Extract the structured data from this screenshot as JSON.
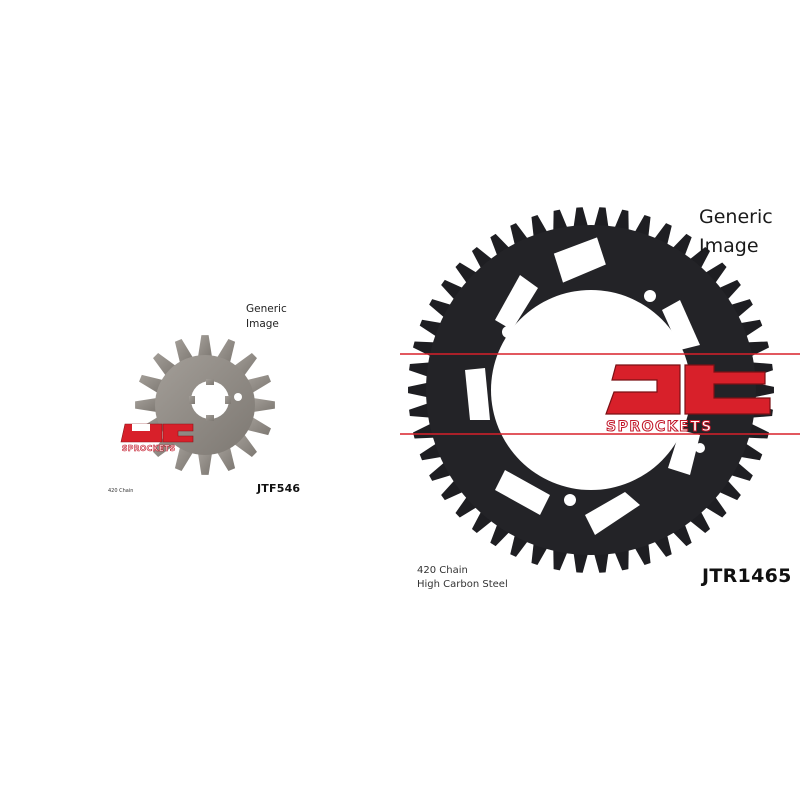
{
  "front_sprocket": {
    "label": "Generic Image",
    "label_line1": "Generic",
    "label_line2": "Image",
    "chain": "420 Chain",
    "part_number": "JTF546",
    "teeth": 16,
    "color": "#8f8a85"
  },
  "rear_sprocket": {
    "label_line1": "Generic",
    "label_line2": "Image",
    "chain": "420 Chain",
    "material": "High Carbon Steel",
    "part_number": "JTR1465",
    "teeth": 50,
    "color": "#1e1e22"
  },
  "brand": {
    "logo_text": "SPROCKETS",
    "logo_mark": "JT",
    "red": "#d8202a"
  }
}
